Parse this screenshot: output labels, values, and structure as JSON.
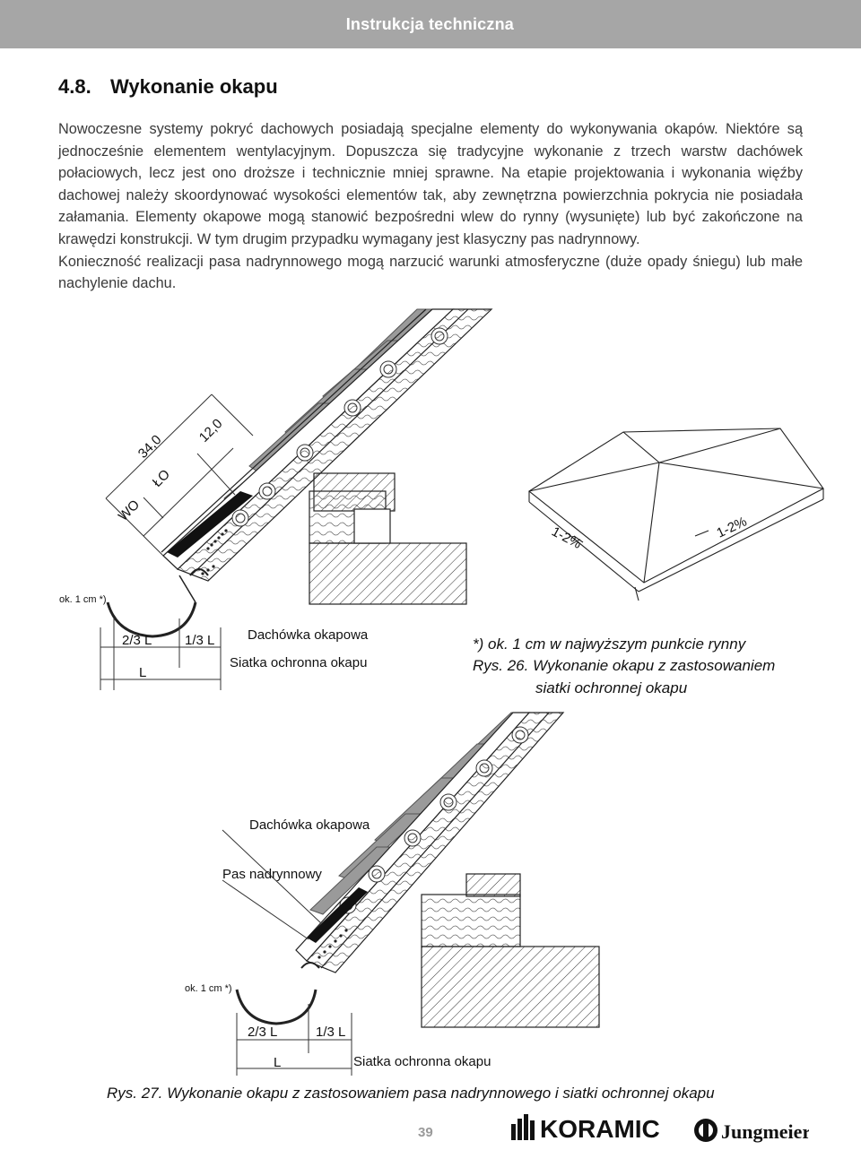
{
  "header": {
    "title": "Instrukcja techniczna",
    "bar_color": "#a6a6a6"
  },
  "section": {
    "number": "4.8.",
    "title": "Wykonanie okapu"
  },
  "body": {
    "paragraph_1": "Nowoczesne systemy pokryć dachowych posiadają specjalne elementy do wykonywania okapów. Niektóre są jednocześnie elementem wentylacyjnym. Dopuszcza się tradycyjne wykonanie z trzech warstw dachówek połaciowych, lecz jest ono droższe i technicznie mniej sprawne. Na etapie projektowania i wykonania więźby dachowej należy skoordynować wysokości elementów tak, aby zewnętrzna powierzchnia pokrycia nie posiadała załamania. Elementy okapowe mogą stanowić bezpośredni wlew do rynny (wysunięte) lub być zakończone na krawędzi konstrukcji. W tym drugim przypadku wymagany jest klasyczny pas nadrynnowy.",
    "paragraph_2": "Konieczność realizacji pasa nadrynnowego mogą narzucić warunki atmosferyczne (duże opady śniegu) lub małe nachylenie dachu."
  },
  "figure_26": {
    "dim_wo": "WO",
    "dim_lo": "ŁO",
    "dim_34": "34,0",
    "dim_12": "12,0",
    "gap_note": "ok. 1 cm *)",
    "two_thirds": "2/3 L",
    "one_third": "1/3 L",
    "length": "L",
    "label_tile": "Dachówka okapowa",
    "label_mesh": "Siatka ochronna okapu",
    "slope_left": "1-2%",
    "slope_right": "1-2%",
    "footnote": "*) ok. 1 cm w najwyższym punkcie rynny",
    "caption_line_1": "Rys. 26. Wykonanie okapu z zastosowaniem",
    "caption_line_2": "siatki ochronnej okapu"
  },
  "figure_27": {
    "label_tile": "Dachówka okapowa",
    "label_strip": "Pas nadrynnowy",
    "gap_note": "ok. 1 cm *)",
    "two_thirds": "2/3 L",
    "one_third": "1/3 L",
    "length": "L",
    "label_mesh": "Siatka ochronna okapu",
    "caption": "Rys. 27. Wykonanie okapu z zastosowaniem pasa nadrynnowego i siatki ochronnej okapu"
  },
  "footer": {
    "page_number": "39",
    "logo_koramic": "KORAMIC",
    "logo_jungmeier": "Jungmeier"
  }
}
